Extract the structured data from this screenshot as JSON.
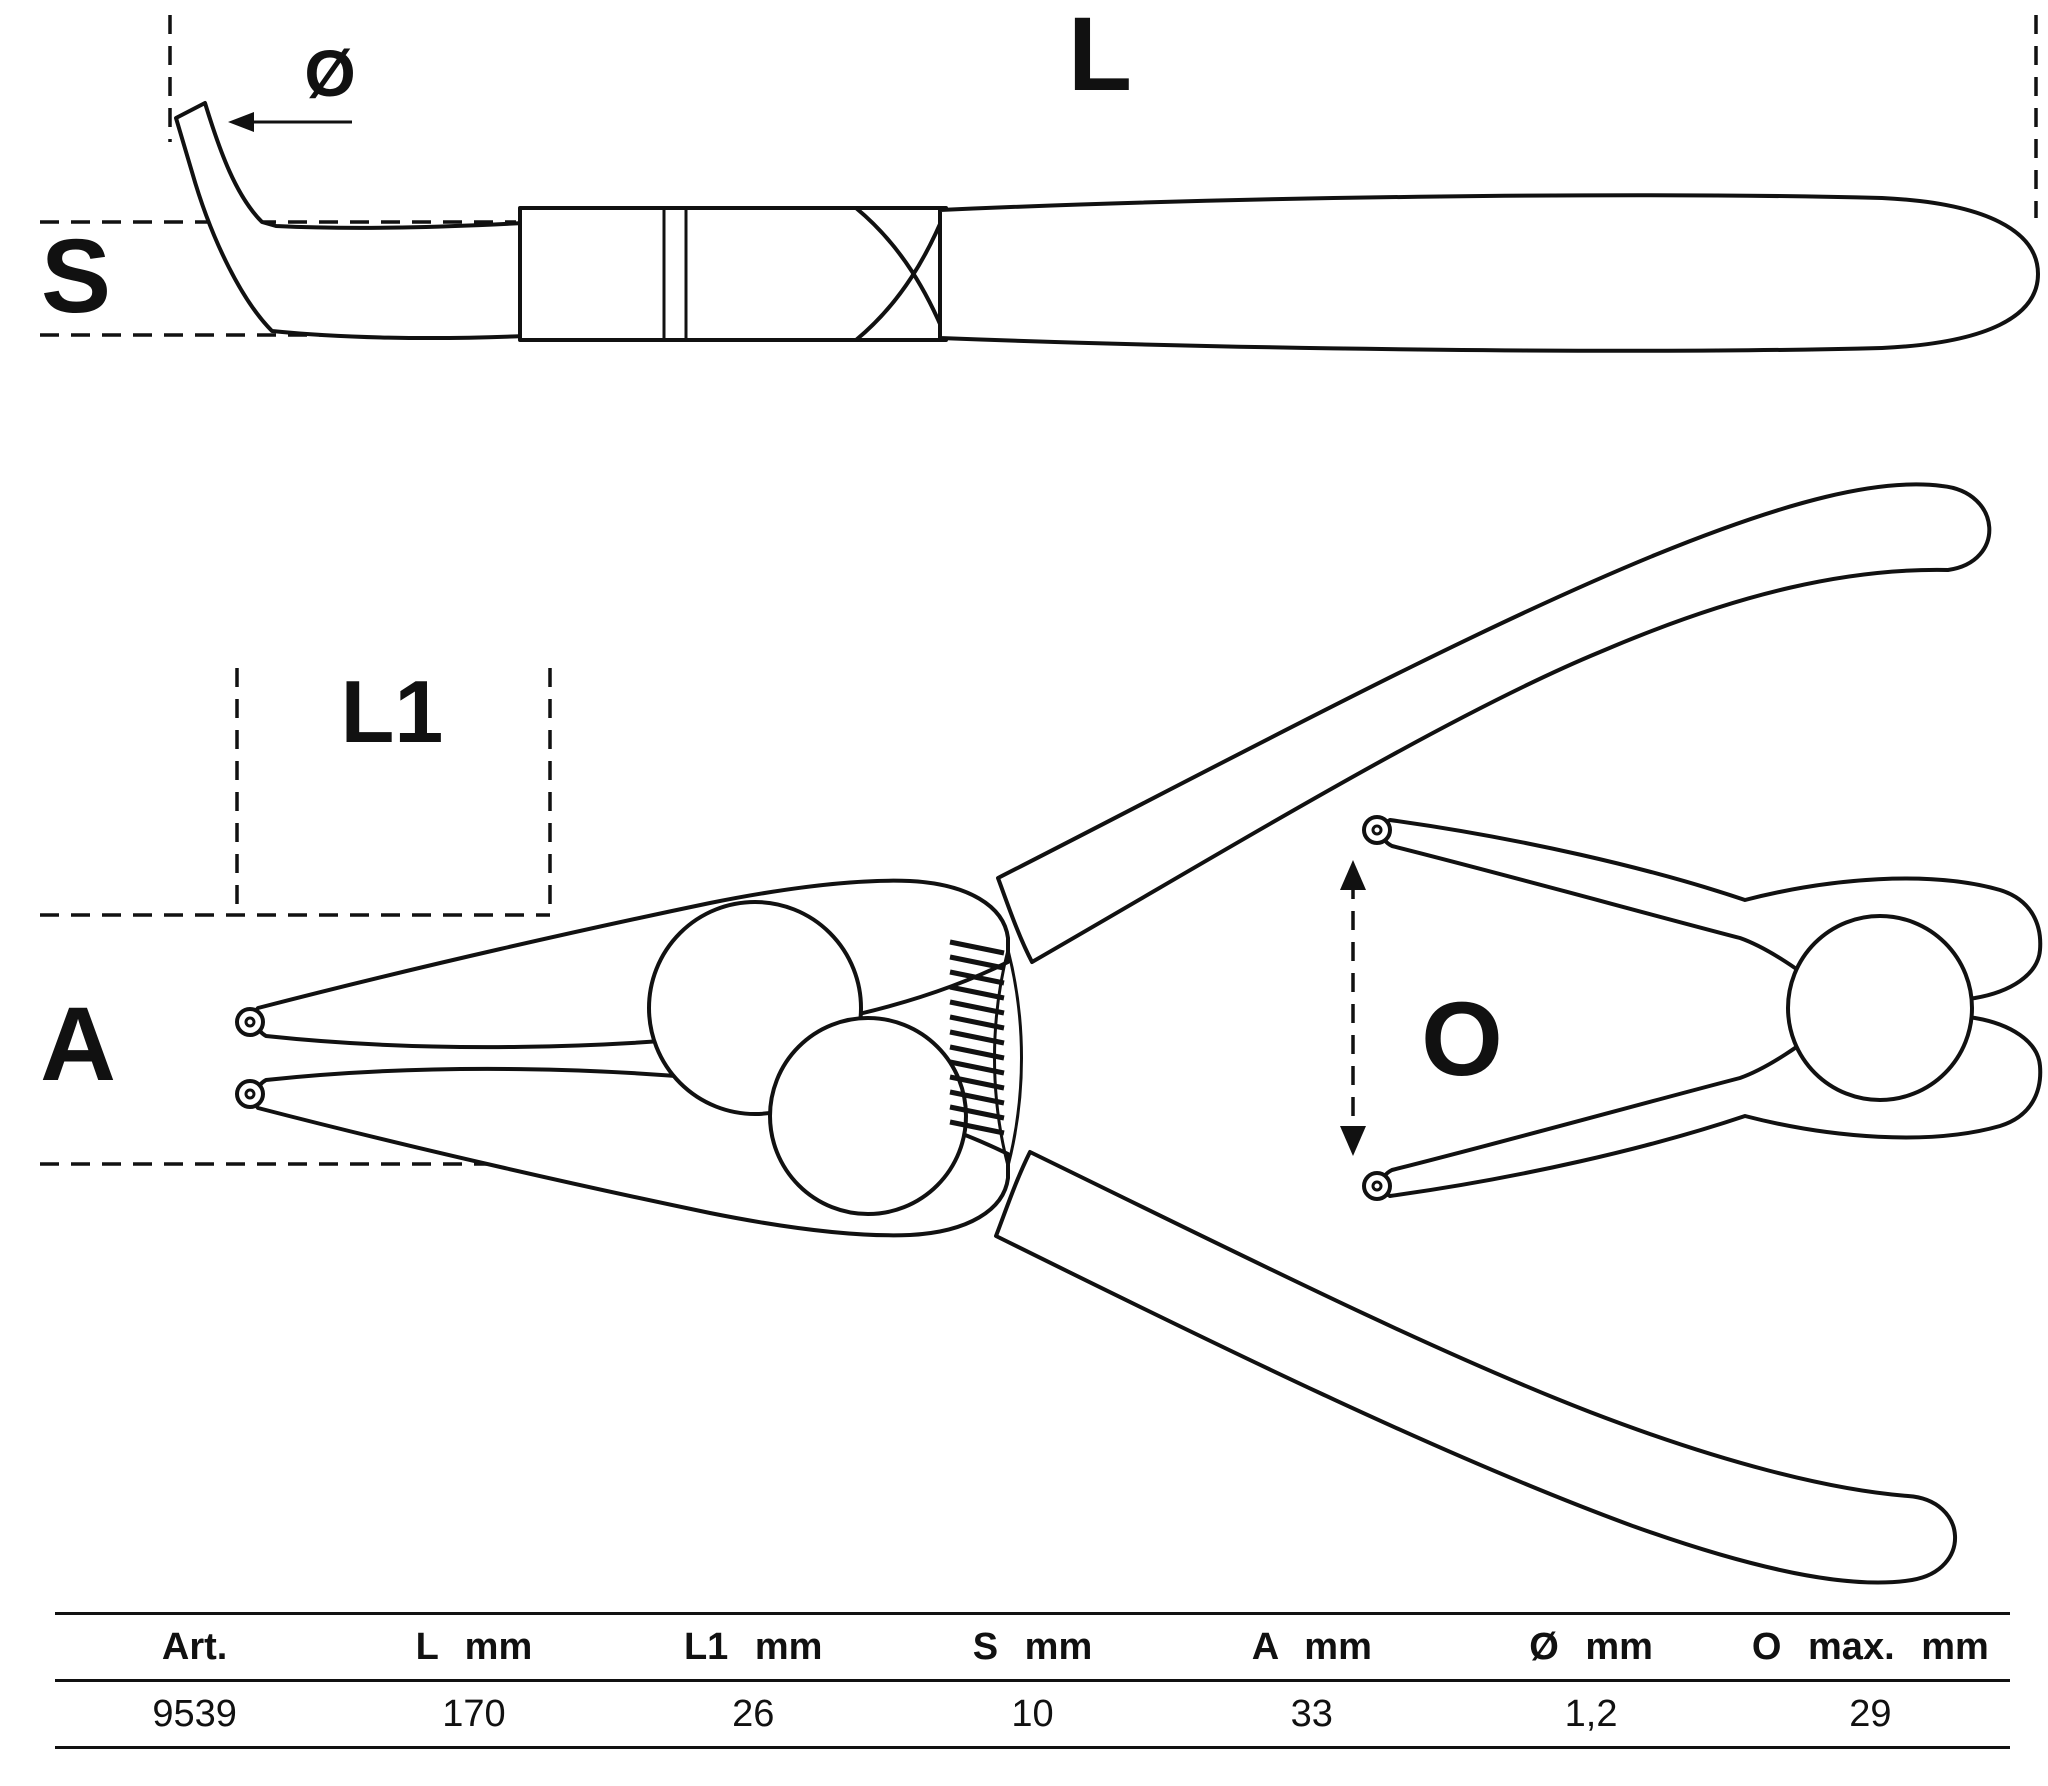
{
  "dimension_labels": {
    "l": "L",
    "diameter_symbol": "Ø",
    "s": "S",
    "l1": "L1",
    "a": "A",
    "o": "O"
  },
  "colors": {
    "line": "#111111",
    "background": "#ffffff"
  },
  "table": {
    "headers": [
      "Art.",
      "L mm",
      "L1 mm",
      "S mm",
      "A mm",
      "Ø mm",
      "O max. mm"
    ],
    "rows": [
      [
        "9539",
        "170",
        "26",
        "10",
        "33",
        "1,2",
        "29"
      ]
    ]
  }
}
